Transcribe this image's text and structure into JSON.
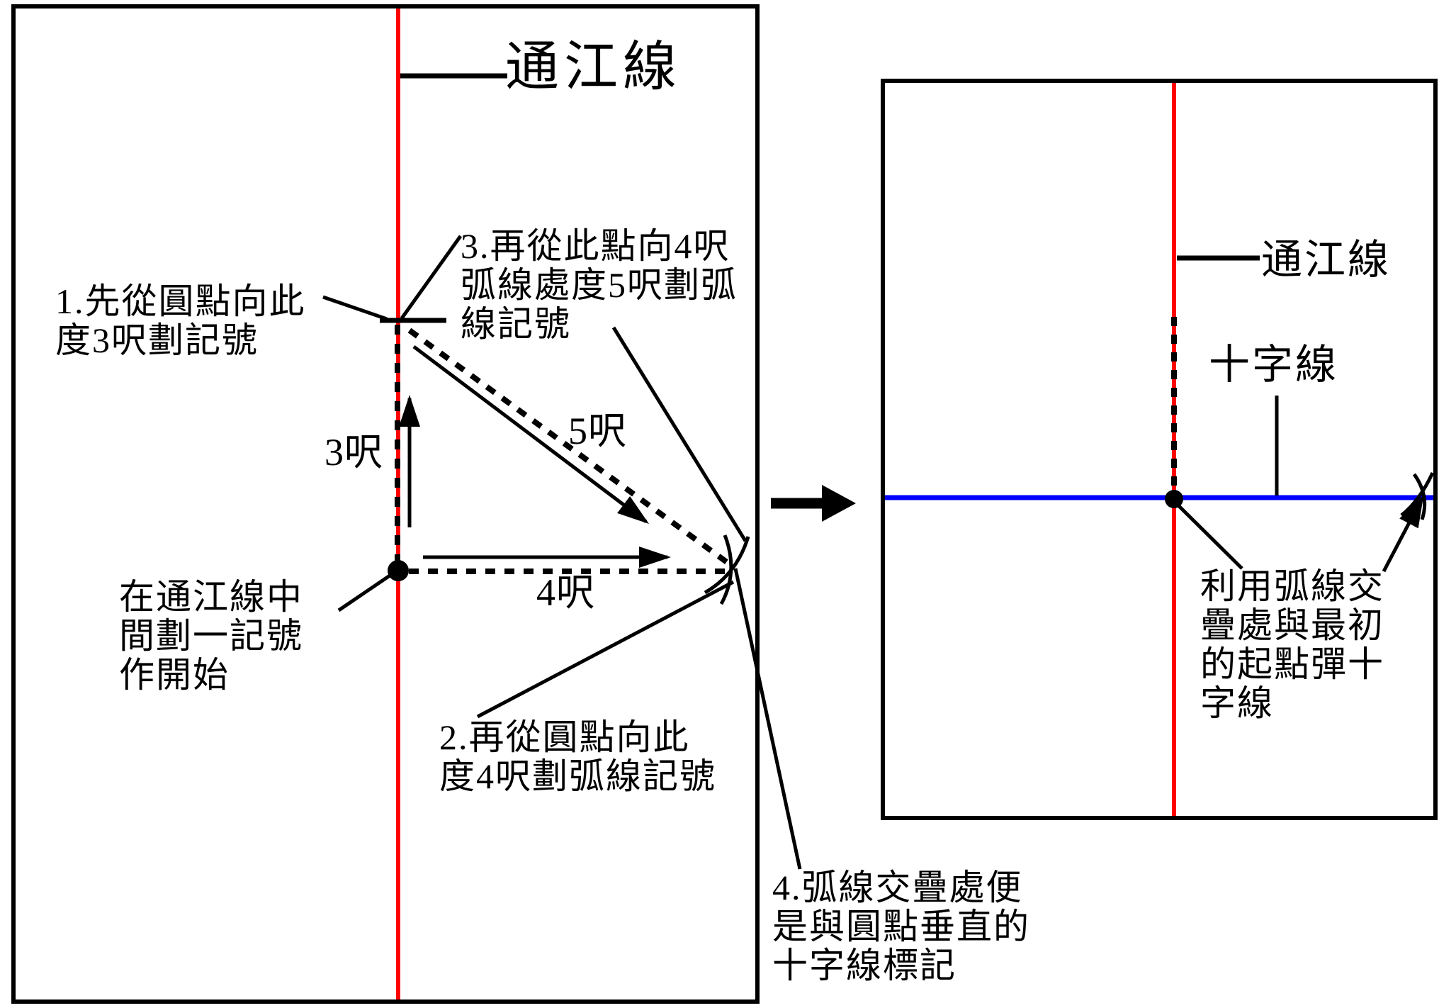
{
  "colors": {
    "ink": "#000000",
    "guide_red": "#ff0000",
    "cross_blue": "#0000ff",
    "background": "#ffffff"
  },
  "left_panel": {
    "line_label": "通江線",
    "origin_note": "在通江線中\n間劃一記號\n作開始",
    "measure_3ft": "3呎",
    "measure_4ft": "4呎",
    "measure_5ft": "5呎",
    "step1": "1.先從圓點向此\n度3呎劃記號",
    "step2": "2.再從圓點向此\n度4呎劃弧線記號",
    "step3": "3.再從此點向4呎\n弧線處度5呎劃弧\n線記號",
    "step4": "4.弧線交疊處便\n是與圓點垂直的\n十字線標記"
  },
  "right_panel": {
    "line_label": "通江線",
    "cross_line_label": "十字線",
    "note": "利用弧線交\n疊處與最初\n的起點彈十\n字線"
  }
}
